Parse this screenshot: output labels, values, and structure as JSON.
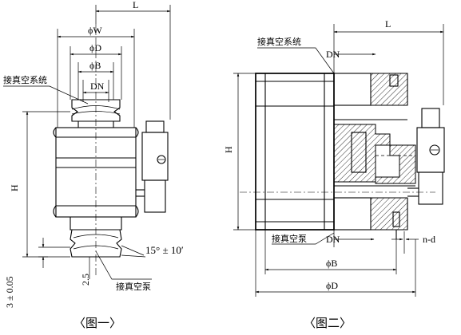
{
  "figure1": {
    "caption": "〈图一〉",
    "dim_L": "L",
    "dim_phiW": "ϕW",
    "dim_phiD": "ϕD",
    "dim_phiB": "ϕB",
    "dim_DN": "DN",
    "dim_H": "H",
    "angle": "15° ± 10′",
    "dim_2_5": "2.5",
    "dim_3": "3 ± 0.05",
    "label_vacuum_system": "接真空系统",
    "label_vacuum_pump": "接真空泵"
  },
  "figure2": {
    "caption": "〈图二〉",
    "dim_L": "L",
    "dim_DN_top": "DN",
    "dim_H": "H",
    "dim_DN_bottom": "DN",
    "dim_n_d": "n-d",
    "dim_phiB": "ϕB",
    "dim_phiD": "ϕD",
    "label_vacuum_system": "接真空系统",
    "label_vacuum_pump": "接真空泵"
  }
}
